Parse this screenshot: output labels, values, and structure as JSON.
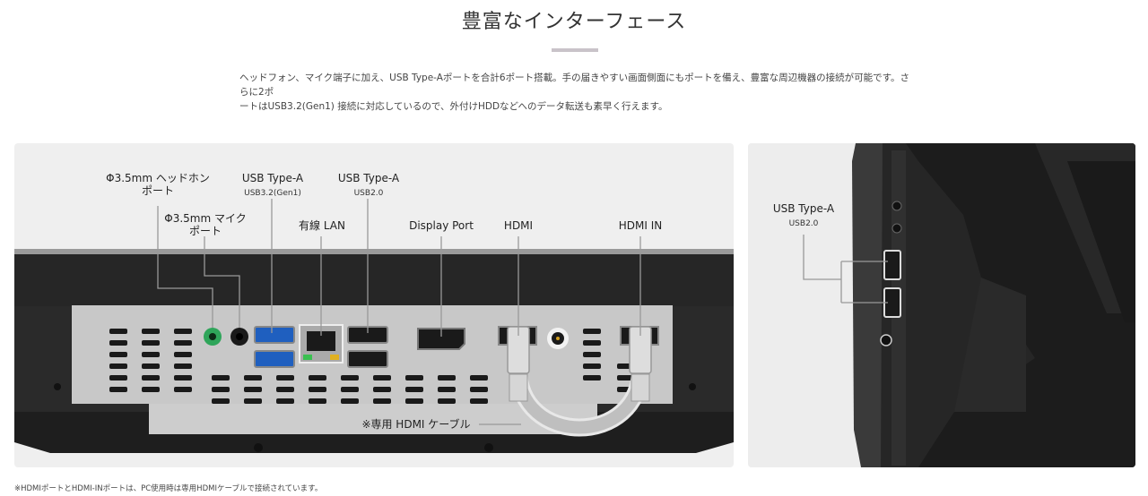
{
  "header": {
    "title": "豊富なインターフェース",
    "description_line1": "ヘッドフォン、マイク端子に加え、USB Type-Aポートを合計6ポート搭載。手の届きやすい画面側面にもポートを備え、豊富な周辺機器の接続が可能です。さらに2ポ",
    "description_line2": "ートはUSB3.2(Gen1) 接続に対応しているので、外付けHDDなどへのデータ転送も素早く行えます。"
  },
  "back_panel": {
    "headphone_line1": "Φ3.5mm ヘッドホン",
    "headphone_line2": "ポート",
    "mic_line1": "Φ3.5mm マイク",
    "mic_line2": "ポート",
    "usb32_title": "USB Type-A",
    "usb32_sub": "USB3.2(Gen1)",
    "usb20_title": "USB Type-A",
    "usb20_sub": "USB2.0",
    "lan": "有線 LAN",
    "displayport": "Display Port",
    "hdmi": "HDMI",
    "hdmi_in": "HDMI IN",
    "cable": "※専用 HDMI ケーブル"
  },
  "side_panel": {
    "usb_title": "USB Type-A",
    "usb_sub": "USB2.0"
  },
  "footnote": "※HDMIポートとHDMI-INポートは、PC使用時は専用HDMIケーブルで接続されています。",
  "colors": {
    "accent_bar": "#c9c3c9",
    "panel_bg": "#efefef",
    "chassis": "#2a2a2a",
    "plate": "#c8c8c8",
    "usb3_blue": "#1f5fbf",
    "audio_green": "#2fa55a"
  }
}
